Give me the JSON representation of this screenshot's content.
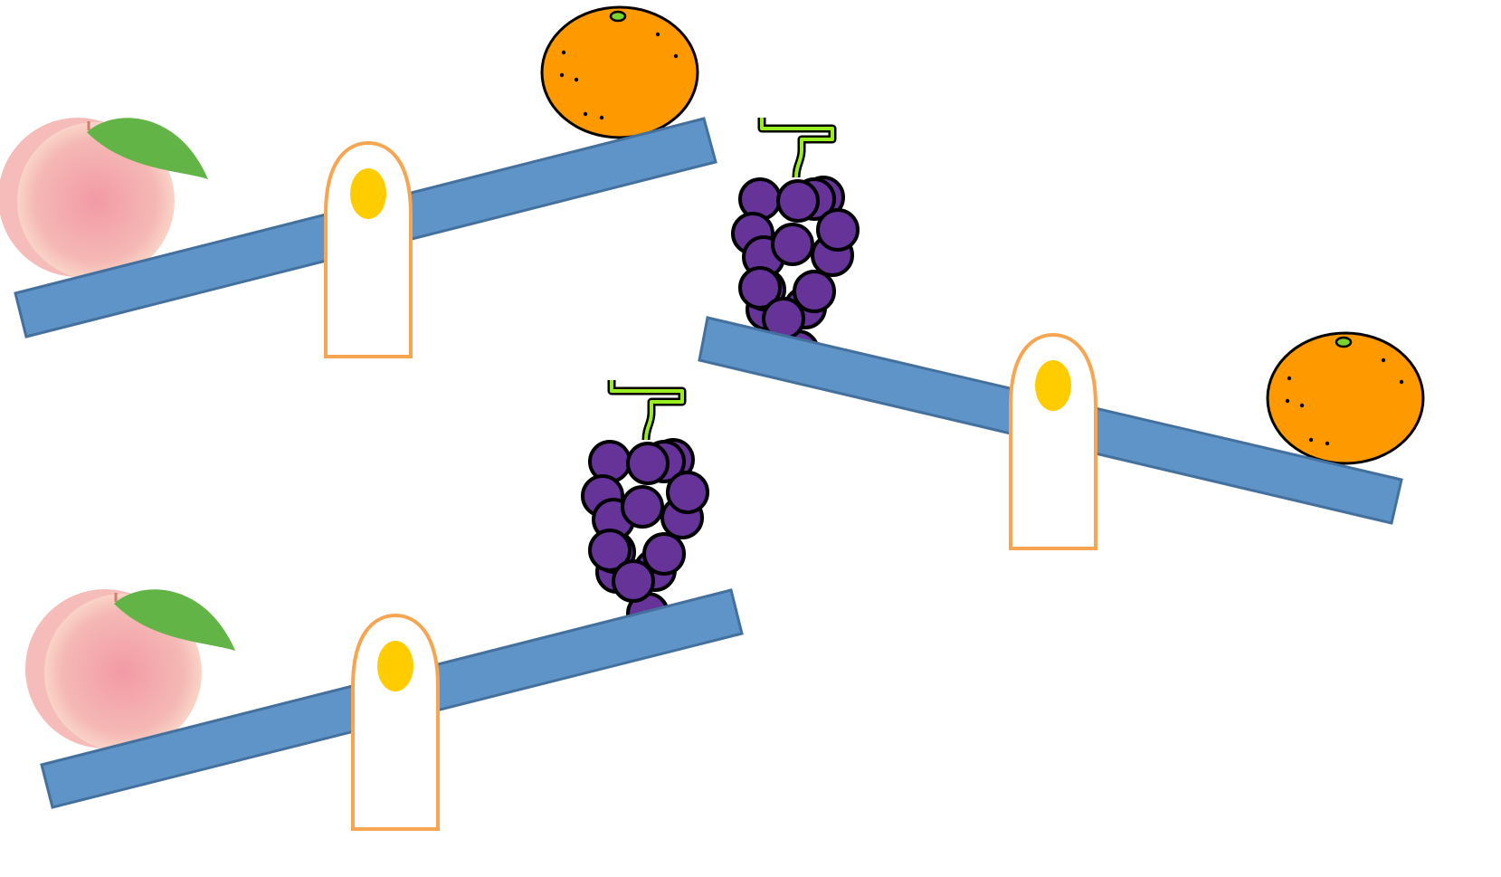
{
  "scene": {
    "description_kind": "seesaw-weight-comparison",
    "colors": {
      "beam_fill": "#5f94c8",
      "beam_stroke": "#44709e",
      "fulcrum_stroke": "#f7a550",
      "fulcrum_dot": "#ffcc00",
      "orange_fill": "#ff9900",
      "grape_fill": "#663399",
      "grape_stem": "#99ee22",
      "peach_fill": "#f2a6a8",
      "peach_leaf": "#63b446"
    },
    "seesaws": [
      {
        "id": "seesaw-1",
        "left_item": "peach",
        "right_item": "orange",
        "heavier": "peach"
      },
      {
        "id": "seesaw-2",
        "left_item": "grapes",
        "right_item": "orange",
        "heavier": "orange"
      },
      {
        "id": "seesaw-3",
        "left_item": "peach",
        "right_item": "grapes",
        "heavier": "peach"
      }
    ]
  }
}
